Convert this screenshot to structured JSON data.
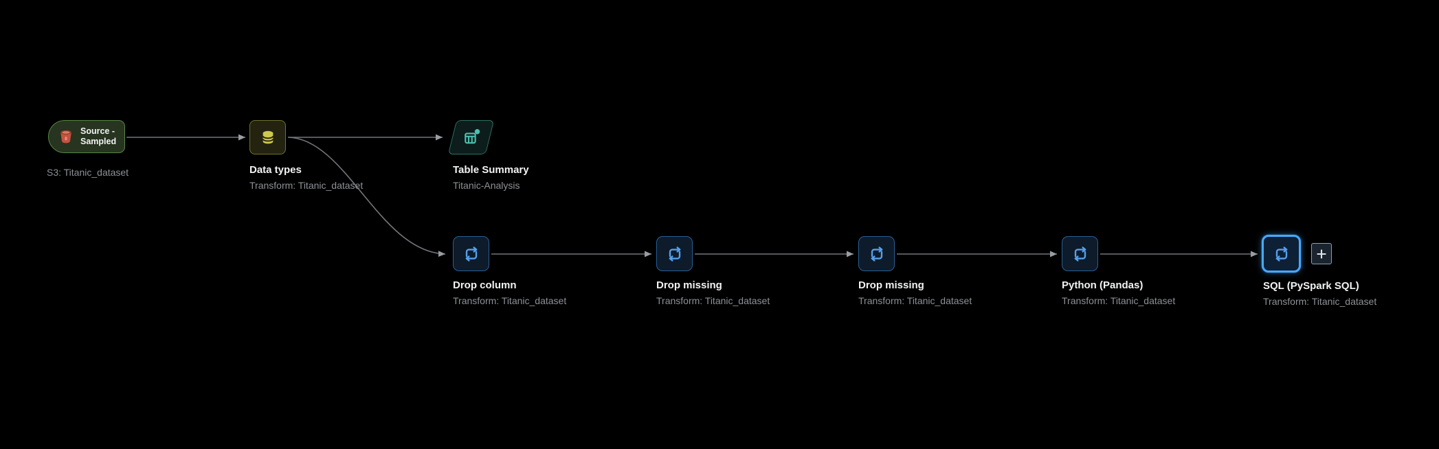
{
  "app": "data-flow-canvas",
  "palette": {
    "canvas-bg": "#000000",
    "edge-gray": "#73767b",
    "arrow-gray": "#989da3",
    "title-white": "#f2f3f3",
    "sublabel-gray": "#8d9196",
    "source-border": "#568743",
    "source-bg": "#273420",
    "dataset-yellow": "#cdc94c",
    "dataset-border": "#73732b",
    "dataset-bg": "#232310",
    "analysis-teal": "#4cc0b1",
    "analysis-border": "#2e6e65",
    "analysis-bg": "#0c1d1b",
    "transform-blue": "#57a0ea",
    "transform-border": "#2b5f96",
    "transform-bg": "#0d1b2b",
    "selected-blue": "#47a9ff",
    "selected-bg": "#0e2036",
    "plus-border": "#84a2bd",
    "plus-bg": "#1b242e"
  },
  "nodes": [
    {
      "id": "source-sampled",
      "type": "source",
      "title": "Source - Sampled",
      "title_line1": "Source -",
      "title_line2": "Sampled",
      "sublabel": "S3: Titanic_dataset",
      "icon": "s3-bucket-icon",
      "selected": false
    },
    {
      "id": "data-types",
      "type": "transform-dataset",
      "title": "Data types",
      "sublabel": "Transform: Titanic_dataset",
      "icon": "database-icon",
      "selected": false
    },
    {
      "id": "table-summary",
      "type": "analysis",
      "title": "Table Summary",
      "sublabel": "Titanic-Analysis",
      "icon": "table-chart-icon",
      "selected": false
    },
    {
      "id": "drop-column",
      "type": "transform",
      "title": "Drop column",
      "sublabel": "Transform: Titanic_dataset",
      "icon": "transform-loop-icon",
      "selected": false
    },
    {
      "id": "drop-missing-1",
      "type": "transform",
      "title": "Drop missing",
      "sublabel": "Transform: Titanic_dataset",
      "icon": "transform-loop-icon",
      "selected": false
    },
    {
      "id": "drop-missing-2",
      "type": "transform",
      "title": "Drop missing",
      "sublabel": "Transform: Titanic_dataset",
      "icon": "transform-loop-icon",
      "selected": false
    },
    {
      "id": "python-pandas",
      "type": "transform",
      "title": "Python (Pandas)",
      "sublabel": "Transform: Titanic_dataset",
      "icon": "transform-loop-icon",
      "selected": false
    },
    {
      "id": "sql-pyspark",
      "type": "transform",
      "title": "SQL (PySpark SQL)",
      "sublabel": "Transform: Titanic_dataset",
      "icon": "transform-loop-icon",
      "selected": true
    }
  ],
  "add_button": {
    "icon": "plus-icon",
    "action": "add step"
  }
}
